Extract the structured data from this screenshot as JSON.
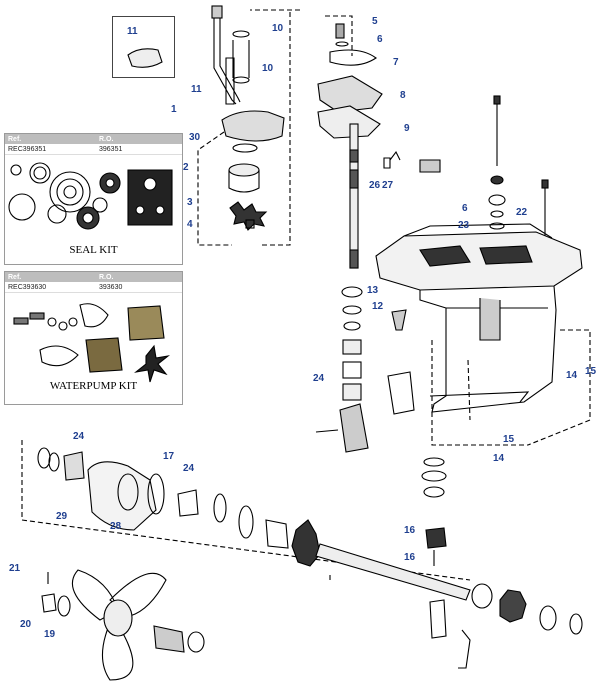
{
  "kits": {
    "seal": {
      "header_ref": "Ref.",
      "header_ro": "R.O.",
      "ref": "REC396351",
      "ro": "396351",
      "title": "SEAL KIT"
    },
    "waterpump": {
      "header_ref": "Ref.",
      "header_ro": "R.O.",
      "ref": "REC393630",
      "ro": "393630",
      "title": "WATERPUMP KIT"
    }
  },
  "callouts": [
    "11",
    "10",
    "10",
    "11",
    "1",
    "30",
    "2",
    "3",
    "4",
    "5",
    "6",
    "7",
    "8",
    "9",
    "26",
    "27",
    "6",
    "22",
    "23",
    "13",
    "12",
    "24",
    "14",
    "15",
    "15",
    "14",
    "24",
    "17",
    "24",
    "29",
    "28",
    "16",
    "16",
    "21",
    "20",
    "19"
  ],
  "colors": {
    "label": "#1f3f8f",
    "line": "#000000",
    "kit_header": "#bdbdbd"
  }
}
